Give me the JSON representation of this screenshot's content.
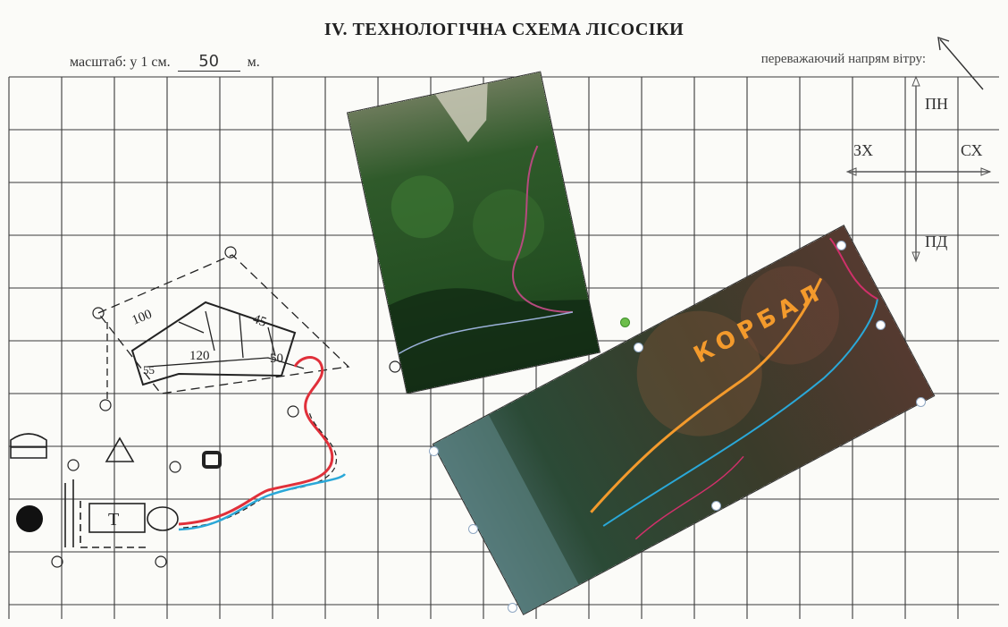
{
  "title": "IV. ТЕХНОЛОГІЧНА СХЕМА ЛІСОСІКИ",
  "scale": {
    "label": "масштаб: у 1 см.",
    "value": "50",
    "unit": "м."
  },
  "wind": {
    "label": "переважаючий напрям вітру:"
  },
  "compass": {
    "north": "ПН",
    "south": "ПД",
    "west": "ЗХ",
    "east": "СХ"
  },
  "sketch": {
    "dim_top": "100",
    "dim_right": "45",
    "dim_inner": "120",
    "dim_corner": "50",
    "dim_left": "55",
    "terminal_label": "T"
  },
  "satellite_label": "КОРБАЛ",
  "colors": {
    "grid": "#3a3a3a",
    "route_red": "#e0303a",
    "route_blue": "#2aa8d8",
    "orange_trail": "#f39a2c",
    "magenta_route": "#c03a7a",
    "handle_border": "#8fa7c2",
    "handle_green": "#6cbe4a"
  }
}
